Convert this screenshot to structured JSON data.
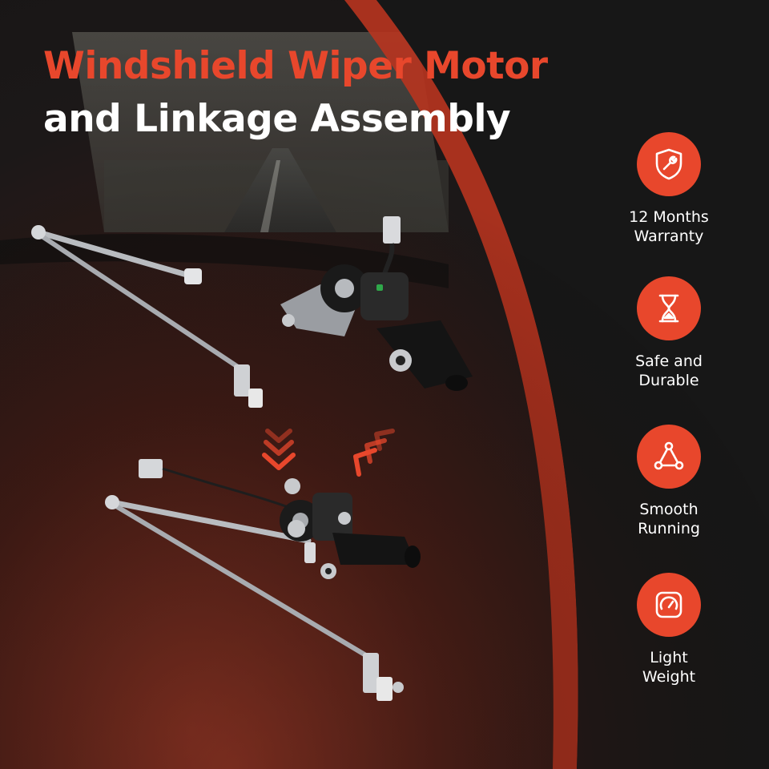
{
  "title": {
    "line1": "Windshield Wiper Motor",
    "line2": "and Linkage Assembly"
  },
  "features": [
    {
      "icon": "shield-wrench-icon",
      "label": "12 Months\nWarranty"
    },
    {
      "icon": "hourglass-icon",
      "label": "Safe and\nDurable"
    },
    {
      "icon": "triangle-nodes-icon",
      "label": "Smooth\nRunning"
    },
    {
      "icon": "gauge-icon",
      "label": "Light\nWeight"
    }
  ],
  "colors": {
    "accent": "#e8472c",
    "background": "#161616",
    "text": "#ffffff"
  }
}
